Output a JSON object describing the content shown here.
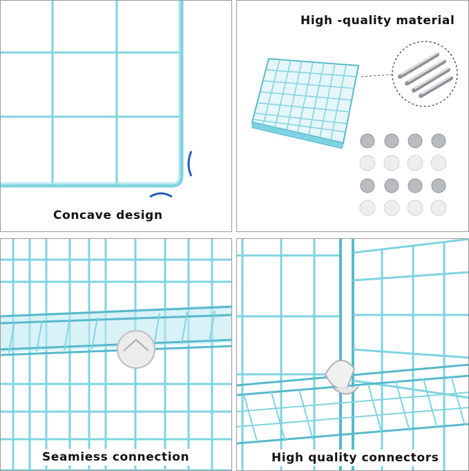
{
  "panels": [
    {
      "caption": "Concave design"
    },
    {
      "caption": "High -quality material"
    },
    {
      "caption": "Seamiess connection"
    },
    {
      "caption": "High quality connectors"
    }
  ],
  "colors": {
    "wire": "#7ed3e2",
    "wire_dark": "#56b9cc",
    "accent_blue": "#1f5fb4",
    "metal": "#b8bcc0",
    "cap": "#ececec"
  }
}
